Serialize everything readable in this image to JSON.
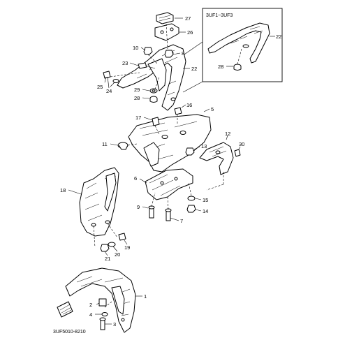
{
  "diagram": {
    "inset_title": "3UF1~3UF3",
    "drawing_code": "3UF5010-8210",
    "callouts": [
      {
        "id": "c27",
        "label": "27"
      },
      {
        "id": "c26",
        "label": "26"
      },
      {
        "id": "c10",
        "label": "10"
      },
      {
        "id": "c8",
        "label": "8"
      },
      {
        "id": "c23",
        "label": "23"
      },
      {
        "id": "c22a",
        "label": "22"
      },
      {
        "id": "c22b",
        "label": "22"
      },
      {
        "id": "c25",
        "label": "25"
      },
      {
        "id": "c24",
        "label": "24"
      },
      {
        "id": "c29",
        "label": "29"
      },
      {
        "id": "c28a",
        "label": "28"
      },
      {
        "id": "c28b",
        "label": "28"
      },
      {
        "id": "c16",
        "label": "16"
      },
      {
        "id": "c17",
        "label": "17"
      },
      {
        "id": "c5",
        "label": "5"
      },
      {
        "id": "c11",
        "label": "11"
      },
      {
        "id": "c13",
        "label": "13"
      },
      {
        "id": "c12",
        "label": "12"
      },
      {
        "id": "c30",
        "label": "30"
      },
      {
        "id": "c18",
        "label": "18"
      },
      {
        "id": "c6",
        "label": "6"
      },
      {
        "id": "c15",
        "label": "15"
      },
      {
        "id": "c9",
        "label": "9"
      },
      {
        "id": "c14",
        "label": "14"
      },
      {
        "id": "c7",
        "label": "7"
      },
      {
        "id": "c19",
        "label": "19"
      },
      {
        "id": "c20",
        "label": "20"
      },
      {
        "id": "c21",
        "label": "21"
      },
      {
        "id": "c1",
        "label": "1"
      },
      {
        "id": "c2",
        "label": "2"
      },
      {
        "id": "c4",
        "label": "4"
      },
      {
        "id": "c3",
        "label": "3"
      }
    ]
  }
}
